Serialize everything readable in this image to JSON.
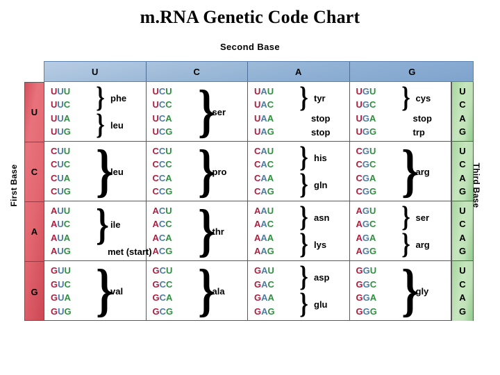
{
  "title": "m.RNA Genetic Code Chart",
  "headings": {
    "second_base": "Second Base",
    "first_base": "First Base",
    "third_base": "Third Base"
  },
  "colors": {
    "position1": "#b01c3e",
    "position2": "#4d7ba6",
    "position3": "#2f8f3f",
    "header_blue": "#9dbad8",
    "first_base_red": "#e2666f",
    "third_base_green": "#bfe2b7",
    "border": "#58595b"
  },
  "second_base_headers": [
    "U",
    "C",
    "A",
    "G"
  ],
  "first_base_labels": [
    "U",
    "C",
    "A",
    "G"
  ],
  "third_base_letters": [
    "U",
    "C",
    "A",
    "G"
  ],
  "chart_data": {
    "type": "table",
    "title": "m.RNA Genetic Code Chart",
    "row_axis": "First Base",
    "column_axis": "Second Base",
    "depth_axis": "Third Base",
    "rows": [
      {
        "first_base": "U",
        "cells": [
          {
            "second_base": "U",
            "codons": [
              "UUU",
              "UUC",
              "UUA",
              "UUG"
            ],
            "groups": [
              {
                "amino_acid": "phe",
                "codons": [
                  "UUU",
                  "UUC"
                ],
                "brace": true
              },
              {
                "amino_acid": "leu",
                "codons": [
                  "UUA",
                  "UUG"
                ],
                "brace": true
              }
            ]
          },
          {
            "second_base": "C",
            "codons": [
              "UCU",
              "UCC",
              "UCA",
              "UCG"
            ],
            "groups": [
              {
                "amino_acid": "ser",
                "codons": [
                  "UCU",
                  "UCC",
                  "UCA",
                  "UCG"
                ],
                "brace": true
              }
            ]
          },
          {
            "second_base": "A",
            "codons": [
              "UAU",
              "UAC",
              "UAA",
              "UAG"
            ],
            "groups": [
              {
                "amino_acid": "tyr",
                "codons": [
                  "UAU",
                  "UAC"
                ],
                "brace": true
              },
              {
                "amino_acid": "stop",
                "codons": [
                  "UAA"
                ],
                "brace": false
              },
              {
                "amino_acid": "stop",
                "codons": [
                  "UAG"
                ],
                "brace": false
              }
            ]
          },
          {
            "second_base": "G",
            "codons": [
              "UGU",
              "UGC",
              "UGA",
              "UGG"
            ],
            "groups": [
              {
                "amino_acid": "cys",
                "codons": [
                  "UGU",
                  "UGC"
                ],
                "brace": true
              },
              {
                "amino_acid": "stop",
                "codons": [
                  "UGA"
                ],
                "brace": false
              },
              {
                "amino_acid": "trp",
                "codons": [
                  "UGG"
                ],
                "brace": false
              }
            ]
          }
        ]
      },
      {
        "first_base": "C",
        "cells": [
          {
            "second_base": "U",
            "codons": [
              "CUU",
              "CUC",
              "CUA",
              "CUG"
            ],
            "groups": [
              {
                "amino_acid": "leu",
                "codons": [
                  "CUU",
                  "CUC",
                  "CUA",
                  "CUG"
                ],
                "brace": true
              }
            ]
          },
          {
            "second_base": "C",
            "codons": [
              "CCU",
              "CCC",
              "CCA",
              "CCG"
            ],
            "groups": [
              {
                "amino_acid": "pro",
                "codons": [
                  "CCU",
                  "CCC",
                  "CCA",
                  "CCG"
                ],
                "brace": true
              }
            ]
          },
          {
            "second_base": "A",
            "codons": [
              "CAU",
              "CAC",
              "CAA",
              "CAG"
            ],
            "groups": [
              {
                "amino_acid": "his",
                "codons": [
                  "CAU",
                  "CAC"
                ],
                "brace": true
              },
              {
                "amino_acid": "gln",
                "codons": [
                  "CAA",
                  "CAG"
                ],
                "brace": true
              }
            ]
          },
          {
            "second_base": "G",
            "codons": [
              "CGU",
              "CGC",
              "CGA",
              "CGG"
            ],
            "groups": [
              {
                "amino_acid": "arg",
                "codons": [
                  "CGU",
                  "CGC",
                  "CGA",
                  "CGG"
                ],
                "brace": true
              }
            ]
          }
        ]
      },
      {
        "first_base": "A",
        "cells": [
          {
            "second_base": "U",
            "codons": [
              "AUU",
              "AUC",
              "AUA",
              "AUG"
            ],
            "groups": [
              {
                "amino_acid": "ile",
                "codons": [
                  "AUU",
                  "AUC",
                  "AUA"
                ],
                "brace": true
              },
              {
                "amino_acid": "met (start)",
                "codons": [
                  "AUG"
                ],
                "brace": false
              }
            ]
          },
          {
            "second_base": "C",
            "codons": [
              "ACU",
              "ACC",
              "ACA",
              "ACG"
            ],
            "groups": [
              {
                "amino_acid": "thr",
                "codons": [
                  "ACU",
                  "ACC",
                  "ACA",
                  "ACG"
                ],
                "brace": true
              }
            ]
          },
          {
            "second_base": "A",
            "codons": [
              "AAU",
              "AAC",
              "AAA",
              "AAG"
            ],
            "groups": [
              {
                "amino_acid": "asn",
                "codons": [
                  "AAU",
                  "AAC"
                ],
                "brace": true
              },
              {
                "amino_acid": "lys",
                "codons": [
                  "AAA",
                  "AAG"
                ],
                "brace": true
              }
            ]
          },
          {
            "second_base": "G",
            "codons": [
              "AGU",
              "AGC",
              "AGA",
              "AGG"
            ],
            "groups": [
              {
                "amino_acid": "ser",
                "codons": [
                  "AGU",
                  "AGC"
                ],
                "brace": true
              },
              {
                "amino_acid": "arg",
                "codons": [
                  "AGA",
                  "AGG"
                ],
                "brace": true
              }
            ]
          }
        ]
      },
      {
        "first_base": "G",
        "cells": [
          {
            "second_base": "U",
            "codons": [
              "GUU",
              "GUC",
              "GUA",
              "GUG"
            ],
            "groups": [
              {
                "amino_acid": "val",
                "codons": [
                  "GUU",
                  "GUC",
                  "GUA",
                  "GUG"
                ],
                "brace": true
              }
            ]
          },
          {
            "second_base": "C",
            "codons": [
              "GCU",
              "GCC",
              "GCA",
              "GCG"
            ],
            "groups": [
              {
                "amino_acid": "ala",
                "codons": [
                  "GCU",
                  "GCC",
                  "GCA",
                  "GCG"
                ],
                "brace": true
              }
            ]
          },
          {
            "second_base": "A",
            "codons": [
              "GAU",
              "GAC",
              "GAA",
              "GAG"
            ],
            "groups": [
              {
                "amino_acid": "asp",
                "codons": [
                  "GAU",
                  "GAC"
                ],
                "brace": true
              },
              {
                "amino_acid": "glu",
                "codons": [
                  "GAA",
                  "GAG"
                ],
                "brace": true
              }
            ]
          },
          {
            "second_base": "G",
            "codons": [
              "GGU",
              "GGC",
              "GGA",
              "GGG"
            ],
            "groups": [
              {
                "amino_acid": "gly",
                "codons": [
                  "GGU",
                  "GGC",
                  "GGA",
                  "GGG"
                ],
                "brace": true
              }
            ]
          }
        ]
      }
    ]
  }
}
